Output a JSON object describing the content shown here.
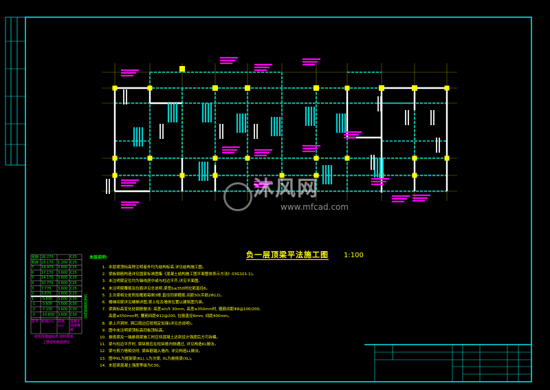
{
  "drawing": {
    "title": "负一层顶梁平法施工图",
    "scale": "1:100",
    "watermark": "沐风网",
    "watermark_url": "www.mfcad.com",
    "colors": {
      "frame": "#00e5e5",
      "grid": "#808000",
      "wall": "#ffffff",
      "column": "#ffff00",
      "beam": "#00b0a0",
      "label": "#ff00ff",
      "text": "#ffff00",
      "note_head": "#00ff00"
    }
  },
  "notes": {
    "heading": "本层说明:",
    "items": [
      {
        "num": "1.",
        "text": "本层梁顶标高除注明者外均为结构标高,详见结构施工图。"
      },
      {
        "num": "2.",
        "text": "梁板钢筋构造详见国家标准图集《混凝土结构施工图平面整体表示方法》03G101-1)。"
      },
      {
        "num": "3.",
        "text": "未注明梁定位均为轴线居中或与柱边平齐,详见平面图。"
      },
      {
        "num": "4.",
        "text": "未注明梁腰筋及拉筋详见总说明,梁宽b≤350时拉筋直径6。"
      },
      {
        "num": "5.",
        "text": "主次梁相交处附加箍筋每侧3根,直径同梁箍筋,间距50(吊筋2Φ12)。"
      },
      {
        "num": "6.",
        "text": "楼梯间梁详见楼梯详图,梁上柱及墙体位置以建筑图为准。"
      },
      {
        "num": "7.",
        "text": "梁面标高变化处钢筋做法: 高差≤h/5 30mm, 高差≥350mm时, 箍筋间距Φ8@100/200,"
      },
      {
        "num": "",
        "text": "高度≥550mm时, 腰筋间距Φ12@200, 拉筋直径6mm, 间距400mm。"
      },
      {
        "num": "8.",
        "text": "梁上开洞时, 洞口周边应按规定加强(详见总说明)。"
      },
      {
        "num": "9.",
        "text": "图中未注明梁顶标高同板顶标高。"
      },
      {
        "num": "10.",
        "text": "悬挑梁及一端悬挑梁施工时应待混凝土达到设计强度后方可拆模。"
      },
      {
        "num": "11.",
        "text": "梁与柱边平齐时, 梁纵筋应在柱纵筋内侧通过, 详见构造KL做法。"
      },
      {
        "num": "12.",
        "text": "梁与剪力墙相交时, 梁纵筋锚入墙内, 详见构造LL做法。"
      },
      {
        "num": "13.",
        "text": "图中KL为框架梁(KL), L为次梁, XL为悬挑梁(XL)。"
      },
      {
        "num": "14.",
        "text": "本层梁混凝土强度等级为C30。"
      }
    ]
  },
  "floor_table": {
    "rows": [
      {
        "floor": "屋面",
        "elev": "26.270",
        "height": "",
        "grade": "C25"
      },
      {
        "floor": "机房",
        "elev": "23.170",
        "height": "1.200",
        "grade": "C25"
      },
      {
        "floor": "7",
        "elev": "19.970",
        "height": "3.600",
        "grade": "C25"
      },
      {
        "floor": "6",
        "elev": "17.170",
        "height": "3.600",
        "grade": "C25"
      },
      {
        "floor": "5",
        "elev": "14.170",
        "height": "3.600",
        "grade": "C25"
      },
      {
        "floor": "4",
        "elev": "10.770",
        "height": "3.600",
        "grade": "C25"
      },
      {
        "floor": "3",
        "elev": "7.770",
        "height": "3.600",
        "grade": "C25"
      },
      {
        "floor": "2",
        "elev": "3.870",
        "height": "3.600",
        "grade": "C25"
      },
      {
        "floor": "1",
        "elev": "-0.030",
        "height": "3.600",
        "grade": "C30"
      },
      {
        "floor": "-1",
        "elev": "-3.930",
        "height": "3.600",
        "grade": "C30"
      },
      {
        "floor": "-2",
        "elev": "-7.130",
        "height": "3.600",
        "grade": "C30"
      },
      {
        "floor": "-3",
        "elev": "-10.830",
        "height": "3.600",
        "grade": "C30"
      }
    ],
    "header": {
      "floor": "层号",
      "elev": "标高(m)",
      "height": "层高(m)",
      "grade": "混凝土强度等级"
    },
    "side_label": "结构层楼面标高",
    "caption": "结构层楼面标高 结构层高",
    "caption2": "上部结构嵌固部位"
  }
}
